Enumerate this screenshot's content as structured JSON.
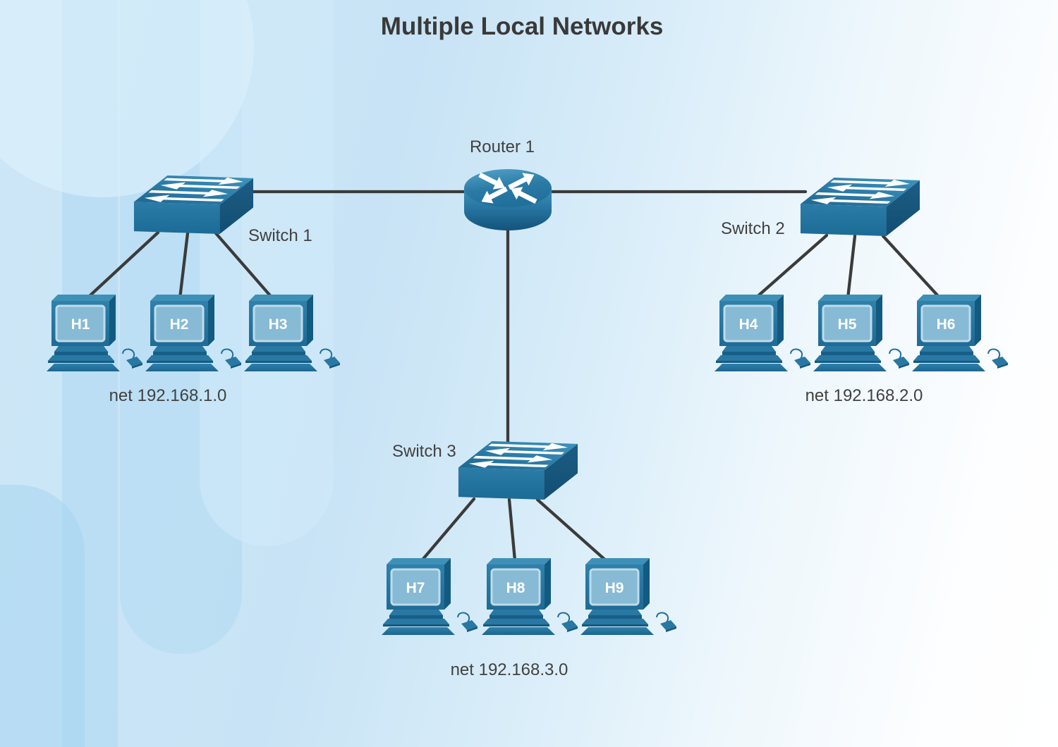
{
  "title": "Multiple Local Networks",
  "router": {
    "label": "Router 1",
    "icon": "router-icon"
  },
  "switches": [
    {
      "label": "Switch 1",
      "icon": "switch-icon"
    },
    {
      "label": "Switch 2",
      "icon": "switch-icon"
    },
    {
      "label": "Switch 3",
      "icon": "switch-icon"
    }
  ],
  "hosts": [
    {
      "label": "H1"
    },
    {
      "label": "H2"
    },
    {
      "label": "H3"
    },
    {
      "label": "H4"
    },
    {
      "label": "H5"
    },
    {
      "label": "H6"
    },
    {
      "label": "H7"
    },
    {
      "label": "H8"
    },
    {
      "label": "H9"
    }
  ],
  "networks": [
    {
      "label": "net 192.168.1.0"
    },
    {
      "label": "net 192.168.2.0"
    },
    {
      "label": "net 192.168.3.0"
    }
  ],
  "connections": [
    {
      "from": "Switch 1",
      "to": "Router 1"
    },
    {
      "from": "Router 1",
      "to": "Switch 2"
    },
    {
      "from": "Router 1",
      "to": "Switch 3"
    },
    {
      "from": "Switch 1",
      "to": "H1"
    },
    {
      "from": "Switch 1",
      "to": "H2"
    },
    {
      "from": "Switch 1",
      "to": "H3"
    },
    {
      "from": "Switch 2",
      "to": "H4"
    },
    {
      "from": "Switch 2",
      "to": "H5"
    },
    {
      "from": "Switch 2",
      "to": "H6"
    },
    {
      "from": "Switch 3",
      "to": "H7"
    },
    {
      "from": "Switch 3",
      "to": "H8"
    },
    {
      "from": "Switch 3",
      "to": "H9"
    }
  ],
  "colors": {
    "device_blue": "#2878A3",
    "device_dark": "#135A80",
    "screen_blue": "#87BAD4",
    "line": "#3B3B3B",
    "text": "#414141",
    "background": "#CDE7F7"
  }
}
